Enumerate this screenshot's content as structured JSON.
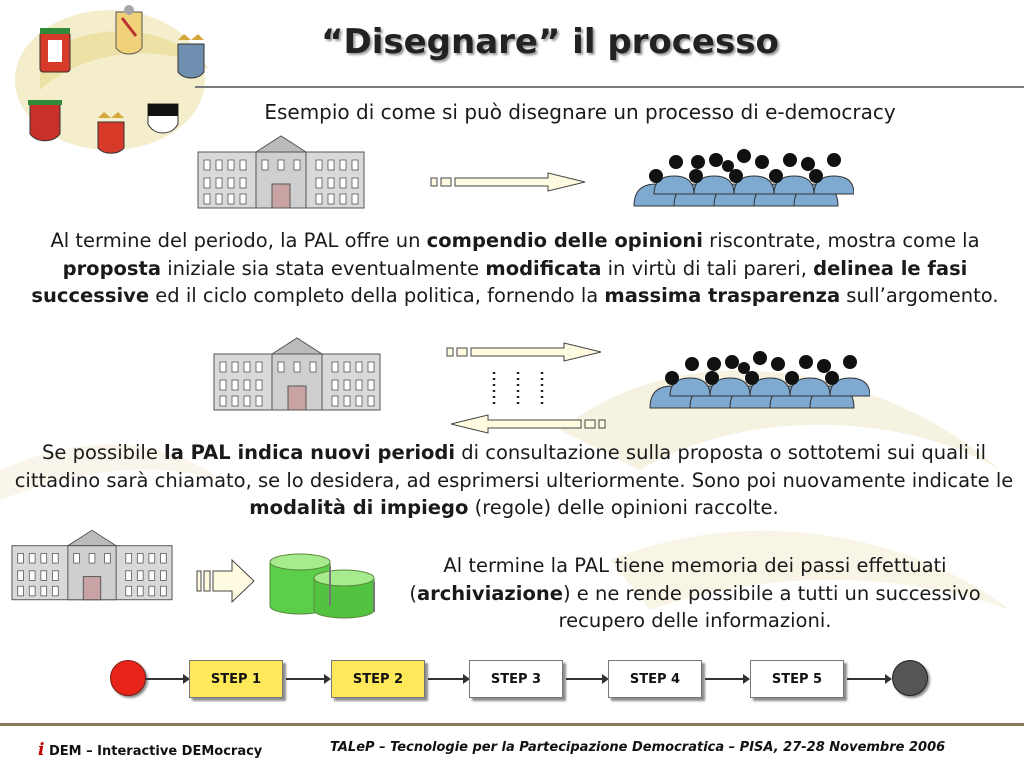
{
  "header": {
    "title": "“Disegnare” il processo",
    "subtitle": "Esempio di come si può disegnare un processo di e-democracy"
  },
  "paragraph1": {
    "t1": "Al termine del periodo, la PAL offre un ",
    "b1": "compendio delle opinioni",
    "t2": " riscontrate, mostra come la ",
    "b2": "proposta",
    "t3": " iniziale sia stata eventualmente ",
    "b3": "modificata",
    "t4": " in virtù di tali pareri, ",
    "b4": "delinea le fasi successive",
    "t5": " ed il ciclo completo della politica, fornendo la ",
    "b5": "massima trasparenza",
    "t6": " sull’argomento."
  },
  "paragraph2": {
    "t1": "Se possibile ",
    "b1": "la PAL indica nuovi periodi",
    "t2": " di consultazione sulla proposta o sottotemi sui quali il cittadino sarà chiamato, se lo desidera, ad esprimersi ulteriormente. Sono poi nuovamente indicate le ",
    "b2": "modalità di impiego",
    "t3": " (regole) delle opinioni raccolte."
  },
  "paragraph3": {
    "t1": "Al termine la PAL tiene memoria dei passi effettuati (",
    "b1": "archiviazione",
    "t2": ") e ne rende possibile a tutti un successivo recupero delle informazioni."
  },
  "steps": [
    {
      "label": "STEP 1",
      "color": "#ffe85a"
    },
    {
      "label": "STEP 2",
      "color": "#ffe85a"
    },
    {
      "label": "STEP 3",
      "color": "#ffffff"
    },
    {
      "label": "STEP 4",
      "color": "#ffffff"
    },
    {
      "label": "STEP 5",
      "color": "#ffffff"
    }
  ],
  "flow": {
    "start_color": "#e8231a",
    "end_color": "#555555"
  },
  "footer": {
    "logo_i": "i",
    "left": "DEM – Interactive DEMocracy",
    "right": "TALeP – Tecnologie per la Partecipazione Democratica – PISA, 27-28 Novembre 2006"
  },
  "icons": [
    "coat-of-arms-icon",
    "building-icon",
    "people-group-icon",
    "arrow-right-icon",
    "arrow-left-icon",
    "database-icon"
  ]
}
